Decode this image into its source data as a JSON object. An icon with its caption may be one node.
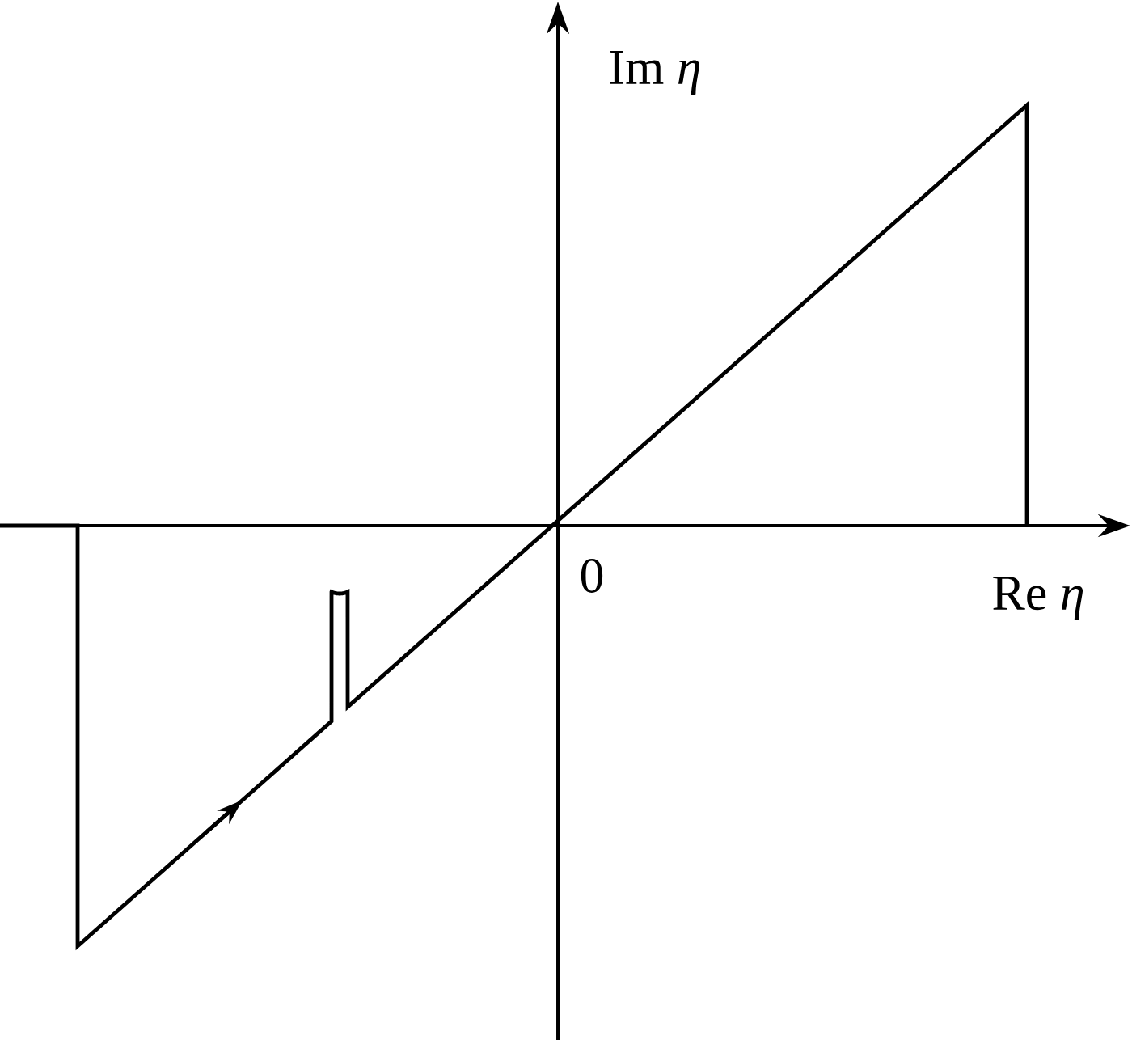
{
  "diagram": {
    "labels": [
      "Im *η*",
      "0",
      "Re *η*"
    ]
  }
}
